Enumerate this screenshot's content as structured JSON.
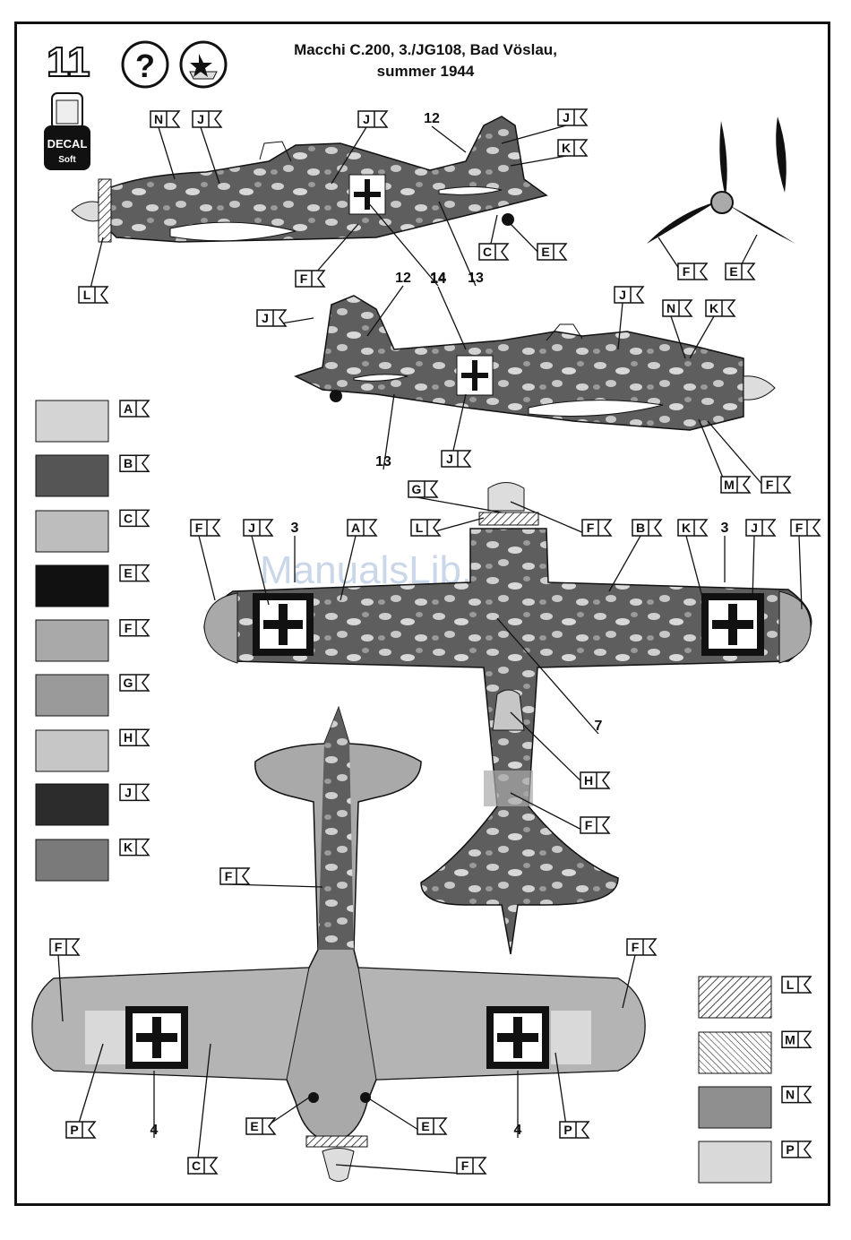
{
  "page": {
    "step_number": "11",
    "title_line1": "Macchi C.200, 3./JG108, Bad Vöslau,",
    "title_line2": "summer 1944",
    "decal_label": "DECAL",
    "decal_sub": "Soft",
    "watermark": "ManualsLib.de"
  },
  "icons": [
    "question-icon",
    "decal-placement-icon",
    "decal-softener-bottle-icon"
  ],
  "colors": {
    "A": "#d4d4d4",
    "B": "#555555",
    "C": "#bdbdbd",
    "E": "#111111",
    "F": "#a9a9a9",
    "G": "#9a9a9a",
    "H": "#c6c6c6",
    "J": "#2c2c2c",
    "K": "#7a7a7a",
    "N": "#8f8f8f",
    "P": "#d9d9d9"
  },
  "legend_left": [
    "A",
    "B",
    "C",
    "E",
    "F",
    "G",
    "H",
    "J",
    "K"
  ],
  "legend_right": [
    "L",
    "M",
    "N",
    "P"
  ],
  "callouts": {
    "side_top": [
      "N",
      "J",
      "J",
      "12",
      "J",
      "K",
      "C",
      "E",
      "F",
      "14",
      "13",
      "L",
      "F",
      "E"
    ],
    "side_bottom": [
      "12",
      "14",
      "J",
      "N",
      "K",
      "J",
      "13",
      "J",
      "M",
      "F"
    ],
    "top_view": [
      "G",
      "F",
      "L",
      "F",
      "J",
      "3",
      "A",
      "B",
      "K",
      "3",
      "J",
      "F",
      "7",
      "H",
      "F"
    ],
    "bottom_view": [
      "F",
      "F",
      "F",
      "P",
      "4",
      "C",
      "E",
      "E",
      "4",
      "P",
      "F"
    ]
  }
}
